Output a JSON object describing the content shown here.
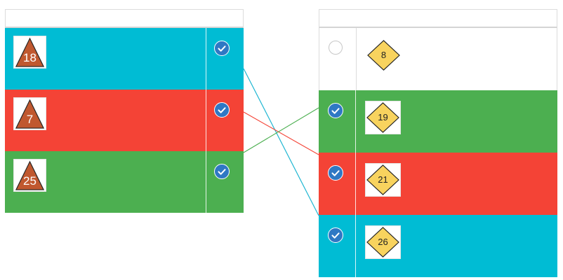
{
  "colors": {
    "cyan": "#00bcd4",
    "red": "#f44336",
    "green": "#4caf50",
    "white": "#ffffff",
    "triangle": "#c0582f",
    "diamond": "#f8d35e",
    "check": "#2f78c4"
  },
  "left": {
    "items": [
      {
        "number": "18",
        "color": "cyan",
        "icon": "triangle-icon",
        "checked": true
      },
      {
        "number": "7",
        "color": "red",
        "icon": "triangle-icon",
        "checked": true
      },
      {
        "number": "25",
        "color": "green",
        "icon": "triangle-icon",
        "checked": true
      }
    ]
  },
  "right": {
    "items": [
      {
        "number": "8",
        "color": "white",
        "icon": "diamond-icon",
        "checked": false
      },
      {
        "number": "19",
        "color": "green",
        "icon": "diamond-icon",
        "checked": true
      },
      {
        "number": "21",
        "color": "red",
        "icon": "diamond-icon",
        "checked": true
      },
      {
        "number": "26",
        "color": "cyan",
        "icon": "diamond-icon",
        "checked": true
      }
    ]
  },
  "connections": [
    {
      "from": 0,
      "to": 3,
      "color": "cyan"
    },
    {
      "from": 1,
      "to": 2,
      "color": "red"
    },
    {
      "from": 2,
      "to": 1,
      "color": "green"
    }
  ]
}
